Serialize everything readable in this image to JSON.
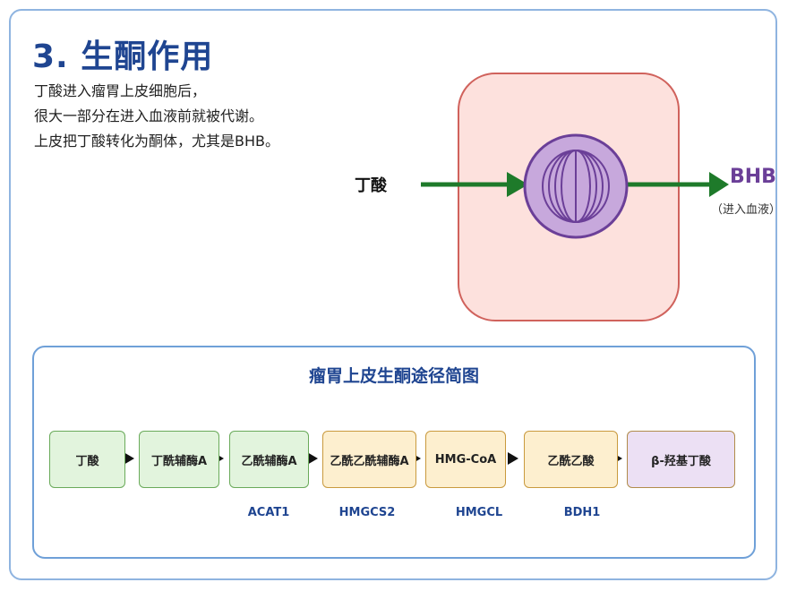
{
  "title": "3. 生酮作用",
  "description": [
    "丁酸进入瘤胃上皮细胞后，",
    "很大一部分在进入血液前就被代谢。",
    "上皮把丁酸转化为酮体，尤其是BHB。"
  ],
  "cell_diagram": {
    "input_label": "丁酸",
    "output_label": "BHB",
    "output_note": "（进入血液）",
    "colors": {
      "cell_fill": "#fde1dd",
      "cell_border": "#d0625c",
      "mitochondrion_fill": "#c7a8dc",
      "mitochondrion_border": "#6b3f98",
      "arrow": "#1e7a2a"
    }
  },
  "pathway": {
    "title": "瘤胃上皮生酮途径简图",
    "steps": [
      {
        "label": "丁酸",
        "color": "green"
      },
      {
        "label": "丁酰辅酶A",
        "color": "green"
      },
      {
        "label": "乙酰辅酶A",
        "color": "green"
      },
      {
        "label": "乙酰乙酰辅酶A",
        "color": "yellow"
      },
      {
        "label": "HMG-CoA",
        "color": "yellow"
      },
      {
        "label": "乙酰乙酸",
        "color": "yellow"
      },
      {
        "label": "β-羟基丁酸",
        "color": "purple"
      }
    ],
    "enzymes": [
      "ACAT1",
      "HMGCS2",
      "HMGCL",
      "BDH1"
    ]
  }
}
